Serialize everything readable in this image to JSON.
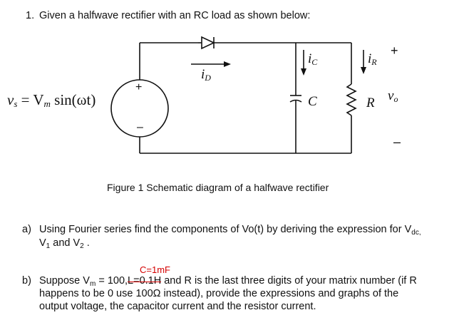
{
  "question": {
    "number": "1.",
    "intro": "Given a halfwave rectifier with an RC load as shown below:"
  },
  "figure": {
    "caption": "Figure 1 Schematic diagram of a halfwave rectifier",
    "labels": {
      "vs_eq": "v",
      "vs_sub": "s",
      "vs_rhs": " = V",
      "vm_sub": "m",
      "vs_func": " sin(ωt)",
      "id": "i",
      "id_sub": "D",
      "ic": "i",
      "ic_sub": "C",
      "ir": "i",
      "ir_sub": "R",
      "C": "C",
      "R": "R",
      "vo": "v",
      "vo_sub": "o",
      "plus": "+",
      "minus": "–",
      "src_plus": "+",
      "src_minus": "–"
    }
  },
  "part_a": {
    "label": "a)",
    "line1": "Using Fourier series find the components of Vo(t) by deriving the expression for V",
    "line1_sub": "dc,",
    "line2": "V",
    "line2_sub1": "1",
    "line2_mid": " and V",
    "line2_sub2": "2",
    "line2_end": " ."
  },
  "part_b": {
    "label": "b)",
    "annotation": "C=1mF",
    "t1": "Suppose V",
    "t1_sub": "m",
    "t2": " = 100,",
    "struck": "L=0.1H",
    "t3": " and R is the last three digits of your matrix number (if R",
    "line2": "happens to be 0 use 100Ω instead), provide the expressions and graphs of the",
    "line3": "output voltage, the capacitor current and the resistor current."
  }
}
